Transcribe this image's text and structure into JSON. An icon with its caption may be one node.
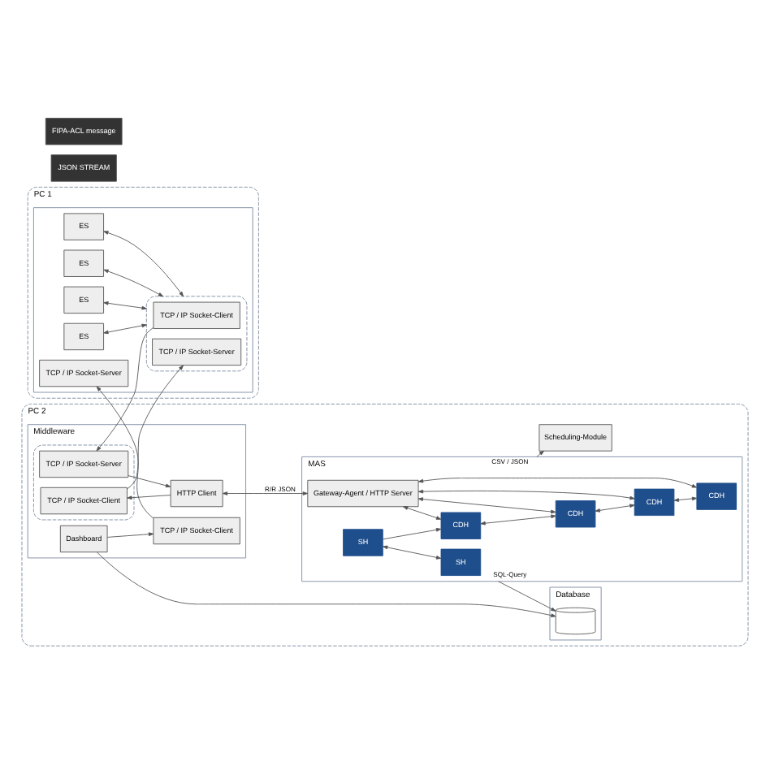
{
  "diagram": {
    "nodes": [
      {
        "text": [
          "PC 1"
        ]
      },
      {
        "text": [],
        "shape": "box",
        "in": 0
      },
      {
        "text": [
          "TCP / IP Socket-Server"
        ],
        "in": 1
      },
      {
        "text": [],
        "shape": "box",
        "in": 1
      },
      {
        "text": [
          "TCP / IP Socket-Client"
        ],
        "in": 3
      },
      {
        "text": [
          "TCP / IP Socket-Server"
        ],
        "in": 3
      },
      {
        "text": [
          "ES"
        ],
        "in": 1
      },
      {
        "text": [
          "ES"
        ],
        "in": 1
      },
      {
        "text": [
          "ES"
        ],
        "in": 1
      },
      {
        "text": [
          "ES"
        ],
        "in": 1
      },
      {
        "text": [
          "PC 2"
        ]
      },
      {
        "text": [
          "Middleware"
        ],
        "in": 10
      },
      {
        "text": [
          "Dashboard"
        ],
        "in": 11
      },
      {
        "text": [
          "TCP / IP Socket-Client"
        ],
        "in": 11
      },
      {
        "text": [],
        "shape": "box",
        "in": 11
      },
      {
        "text": [
          "TCP / IP Socket-Server"
        ],
        "in": 14
      },
      {
        "text": [
          "TCP / IP Socket-Client"
        ],
        "in": 14
      },
      {
        "text": [
          "HTTP Client"
        ],
        "in": 11
      },
      {
        "text": [
          "Database"
        ],
        "in": 10
      },
      {
        "text": [],
        "shape": "cylinder",
        "in": 18
      },
      {
        "text": [
          "MAS"
        ],
        "in": 10
      },
      {
        "text": [
          "Gateway-Agent / HTTP Server"
        ],
        "in": 20
      },
      {
        "text": [
          "CDH"
        ],
        "in": 20
      },
      {
        "text": [
          "CDH"
        ],
        "in": 20
      },
      {
        "text": [
          "CDH"
        ],
        "in": 20
      },
      {
        "text": [
          "CDH"
        ],
        "in": 20
      },
      {
        "text": [
          "SH"
        ],
        "in": 20
      },
      {
        "text": [
          "SH"
        ],
        "in": 20
      },
      {
        "text": [
          "Scheduling-Module"
        ],
        "in": 10
      }
    ],
    "edges": [
      {
        "from": 12,
        "to": 13,
        "arrow": "to"
      },
      {
        "from": 13,
        "to": 2,
        "arrow": "to"
      },
      {
        "from": 12,
        "to": 19,
        "arrow": "to"
      },
      {
        "from": 6,
        "to": 3,
        "arrow": "both"
      },
      {
        "from": 7,
        "to": 3,
        "arrow": "both"
      },
      {
        "from": 8,
        "to": 3,
        "arrow": "both"
      },
      {
        "from": 9,
        "to": 3,
        "arrow": "both"
      },
      {
        "from": 4,
        "to": 15,
        "arrow": "to"
      },
      {
        "from": 16,
        "to": 5,
        "arrow": "to"
      },
      {
        "from": 15,
        "to": 17,
        "arrow": "to"
      },
      {
        "from": 17,
        "to": 16,
        "arrow": "to"
      },
      {
        "from": 17,
        "to": 21,
        "arrow": "both",
        "label": "R/R JSON"
      },
      {
        "from": 21,
        "to": 22,
        "arrow": "both"
      },
      {
        "from": 21,
        "to": 23,
        "arrow": "both"
      },
      {
        "from": 21,
        "to": 24,
        "arrow": "both"
      },
      {
        "from": 21,
        "to": 25,
        "arrow": "both"
      },
      {
        "from": 22,
        "to": 23,
        "arrow": "both"
      },
      {
        "from": 23,
        "to": 24,
        "arrow": "both"
      },
      {
        "from": 24,
        "to": 25,
        "arrow": "both"
      },
      {
        "from": 26,
        "to": 22,
        "arrow": "to"
      },
      {
        "from": 26,
        "to": 27,
        "arrow": "both"
      },
      {
        "from": 20,
        "to": 19,
        "arrow": "to",
        "label": "SQL-Query"
      },
      {
        "from": 20,
        "to": 28,
        "arrow": "to",
        "label": "CSV / JSON"
      }
    ],
    "labels": [
      "JSON STREAM",
      "FIPA-ACL message"
    ]
  }
}
